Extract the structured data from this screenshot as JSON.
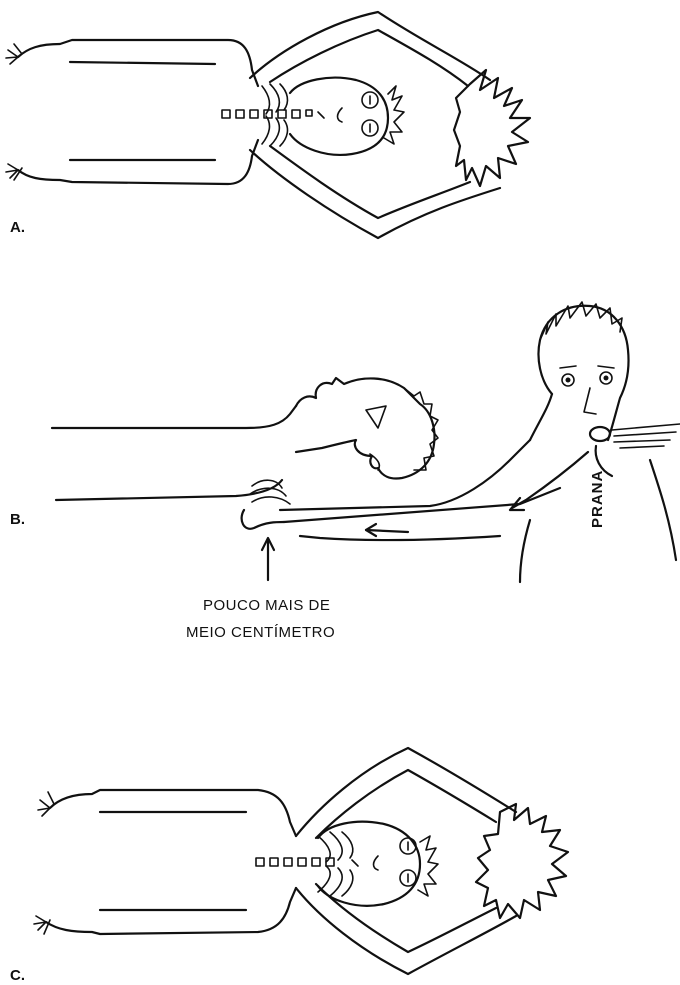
{
  "panels": [
    {
      "label": "A."
    },
    {
      "label": "B."
    },
    {
      "label": "C."
    }
  ],
  "annotations": {
    "prana": "PRANA",
    "distance_line1": "POUCO MAIS DE",
    "distance_line2": "MEIO CENTÍMETRO"
  }
}
